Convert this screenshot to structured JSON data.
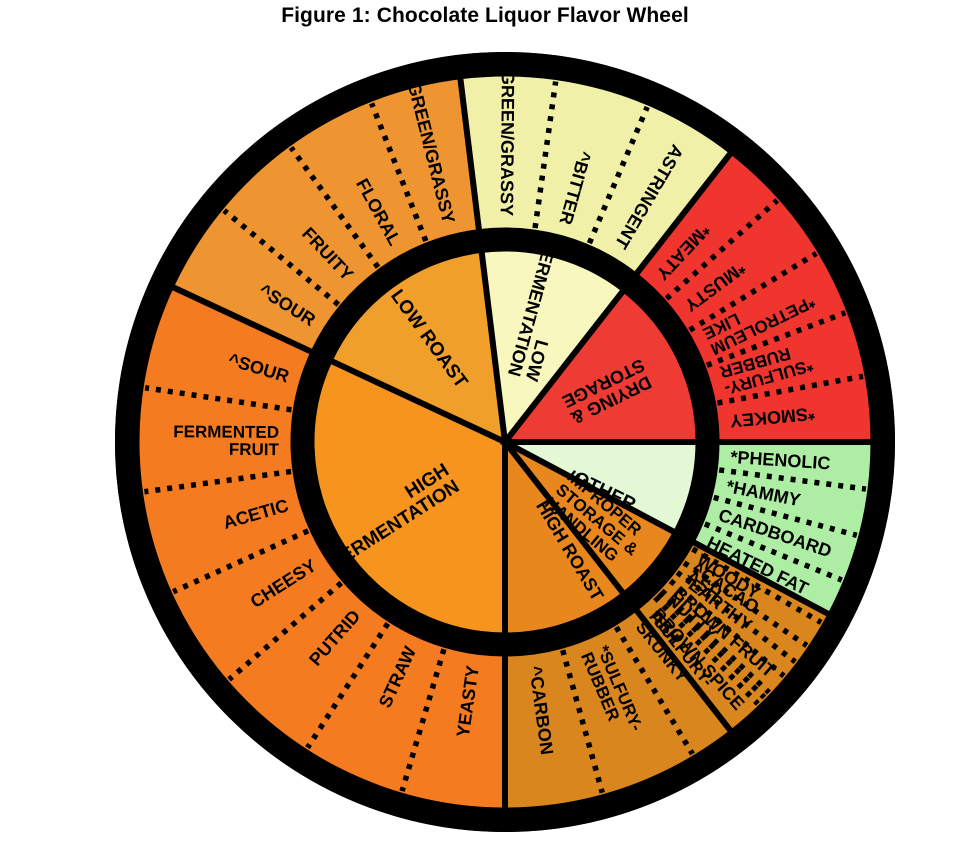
{
  "figure": {
    "title": "Figure 1: Chocolate Liquor Flavor Wheel"
  },
  "colors": {
    "high_fermentation": "#F7941E",
    "high_fermentation_outer": "#F47B20",
    "high_roast": "#E8871E",
    "high_roast_outer": "#D9861F",
    "improper_storage": "#FFFFFF",
    "improper_storage_outer": "#FBE6EC",
    "other": "#E3F8D5",
    "other_outer": "#AEEDA4",
    "drying_storage": "#EE3B33",
    "drying_storage_outer": "#F0352F",
    "low_fermentation": "#F7F7BE",
    "low_fermentation_outer": "#F0F0A8",
    "low_roast": "#F0A02A",
    "low_roast_outer": "#EE9430",
    "rim": "#000000",
    "text": "#000000"
  },
  "wheel": {
    "center_label_note": "",
    "categories": [
      {
        "id": "high-fermentation",
        "label": "HIGH FERMENTATION",
        "inner_fill": "#F7941E",
        "outer_fill": "#F47B20",
        "start_angle": -90,
        "end_angle": -205,
        "descriptors": [
          "YEASTY",
          "STRAW",
          "PUTRID",
          "CHEESY",
          "ACETIC",
          "FERMENTED FRUIT",
          "^SOUR"
        ]
      },
      {
        "id": "low-roast",
        "label": "LOW ROAST",
        "inner_fill": "#F0A02A",
        "outer_fill": "#EE9430",
        "start_angle": -205,
        "end_angle": -263,
        "descriptors": [
          "^SOUR",
          "FRUITY",
          "FLORAL",
          "GREEN/GRASSY"
        ]
      },
      {
        "id": "low-fermentation",
        "label": "LOW FERMENTATION",
        "inner_fill": "#F7F7BE",
        "outer_fill": "#F0F0A8",
        "start_angle": -263,
        "end_angle": -308,
        "descriptors": [
          "GREEN/GRASSY",
          "^BITTER",
          "ASTRINGENT"
        ]
      },
      {
        "id": "drying-storage",
        "label": "DRYING & STORAGE",
        "inner_fill": "#EE3B33",
        "outer_fill": "#F0352F",
        "start_angle": -308,
        "end_angle": -360,
        "descriptors": [
          "*MEATY",
          "*MUSTY",
          "*PETROLEUM LIKE",
          "*SULFURY-RUBBER",
          "*SMOKEY"
        ]
      },
      {
        "id": "other",
        "label": "OTHER",
        "inner_fill": "#E3F8D5",
        "outer_fill": "#AEEDA4",
        "start_angle": 0,
        "end_angle": -52,
        "descriptors": [
          "*PHENOLIC",
          "*HAMMY",
          "CARDBOARD",
          "HEATED FAT",
          "^CACAO",
          "BROWN FRUIT",
          "BROWN SPICE"
        ]
      },
      {
        "id": "improper-storage-handling",
        "label": "IMPROPER STORAGE & HANDLING",
        "inner_fill": "#FFFFFF",
        "outer_fill": "#FBE6EC",
        "start_angle": -52,
        "end_angle": -28,
        "descriptors": [
          "WOODY",
          "*EARTHY",
          "NUTTY",
          "ASH"
        ]
      },
      {
        "id": "high-roast",
        "label": "HIGH ROAST",
        "inner_fill": "#E8871E",
        "outer_fill": "#D9861F",
        "start_angle": -28,
        "end_angle": -90,
        "descriptors": [
          "ASH",
          "*SULFURY-SKUNKY",
          "*SULFURY-RUBBER",
          "^CARBON"
        ]
      }
    ]
  }
}
